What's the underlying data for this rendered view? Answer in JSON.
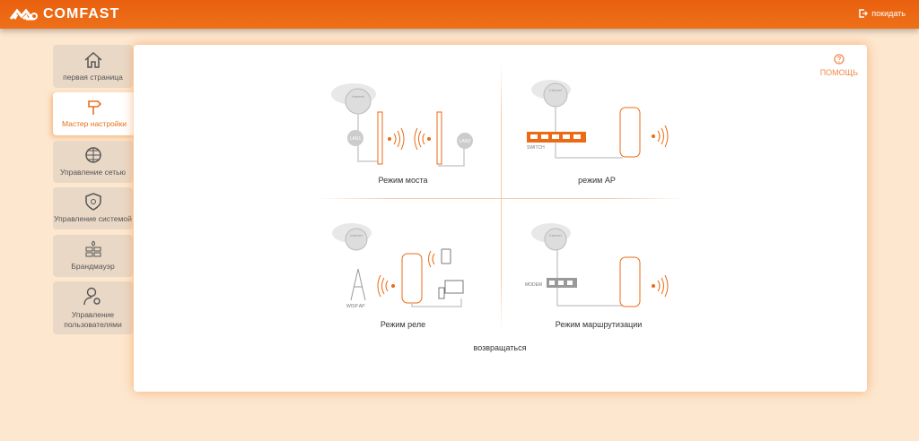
{
  "header": {
    "brand": "COMFAST",
    "logout_label": "покидать"
  },
  "sidebar": {
    "items": [
      {
        "label": "первая страница",
        "icon": "home-icon"
      },
      {
        "label": "Мастер настройки",
        "icon": "signpost-icon",
        "active": true
      },
      {
        "label": "Управление сетью",
        "icon": "globe-icon"
      },
      {
        "label": "Управление системой",
        "icon": "shield-gear-icon"
      },
      {
        "label": "Брандмауэр",
        "icon": "firewall-icon"
      },
      {
        "label": "Управление пользователями",
        "icon": "user-settings-icon"
      }
    ]
  },
  "main": {
    "help_label": "ПОМОЩЬ",
    "modes": [
      {
        "label": "Режим моста"
      },
      {
        "label": "режим AP"
      },
      {
        "label": "Режим реле"
      },
      {
        "label": "Режим маршрутизации"
      }
    ],
    "diagram_text": {
      "internet": "Internet",
      "lan1": "LAN1",
      "lan2": "LAN2",
      "switch": "SWITCH",
      "wisp": "WISP AP",
      "modem": "MODEM"
    },
    "back_label": "возвращаться"
  },
  "colors": {
    "accent": "#ec6a14",
    "background": "#fde7cf"
  }
}
